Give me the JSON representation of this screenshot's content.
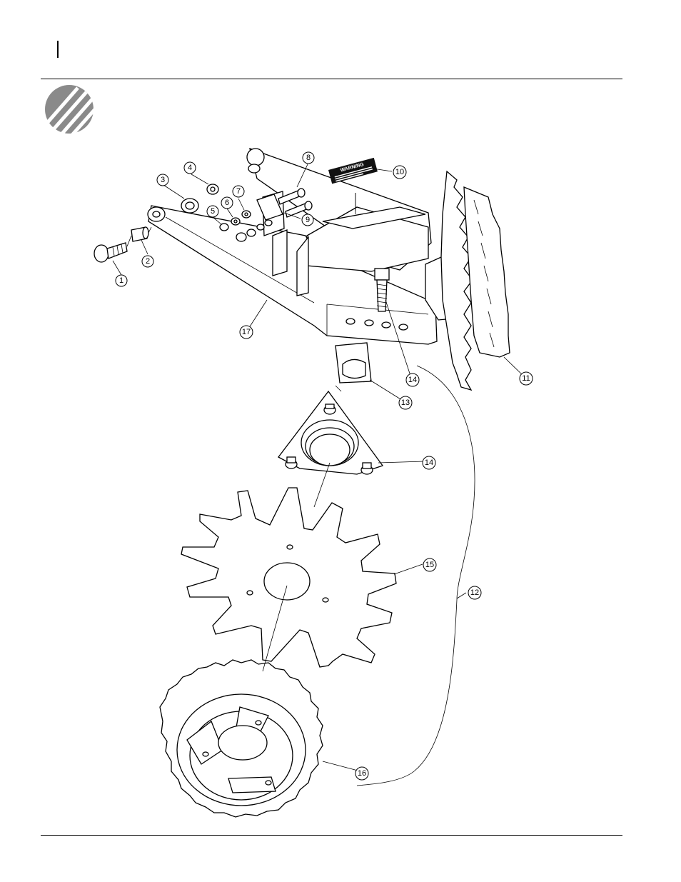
{
  "page": {
    "brand_logo": "stylized-wheat-logo"
  },
  "warning_decal": {
    "heading": "WARNING"
  },
  "callouts": [
    {
      "id": "c1",
      "label": "1"
    },
    {
      "id": "c2",
      "label": "2"
    },
    {
      "id": "c3",
      "label": "3"
    },
    {
      "id": "c4",
      "label": "4"
    },
    {
      "id": "c5",
      "label": "5"
    },
    {
      "id": "c6",
      "label": "6"
    },
    {
      "id": "c7",
      "label": "7"
    },
    {
      "id": "c8",
      "label": "8"
    },
    {
      "id": "c9",
      "label": "9"
    },
    {
      "id": "c10",
      "label": "10"
    },
    {
      "id": "c11",
      "label": "11"
    },
    {
      "id": "c12",
      "label": "12"
    },
    {
      "id": "c13",
      "label": "13"
    },
    {
      "id": "c14a",
      "label": "14"
    },
    {
      "id": "c14b",
      "label": "14"
    },
    {
      "id": "c15",
      "label": "15"
    },
    {
      "id": "c16",
      "label": "16"
    },
    {
      "id": "c17",
      "label": "17"
    }
  ]
}
